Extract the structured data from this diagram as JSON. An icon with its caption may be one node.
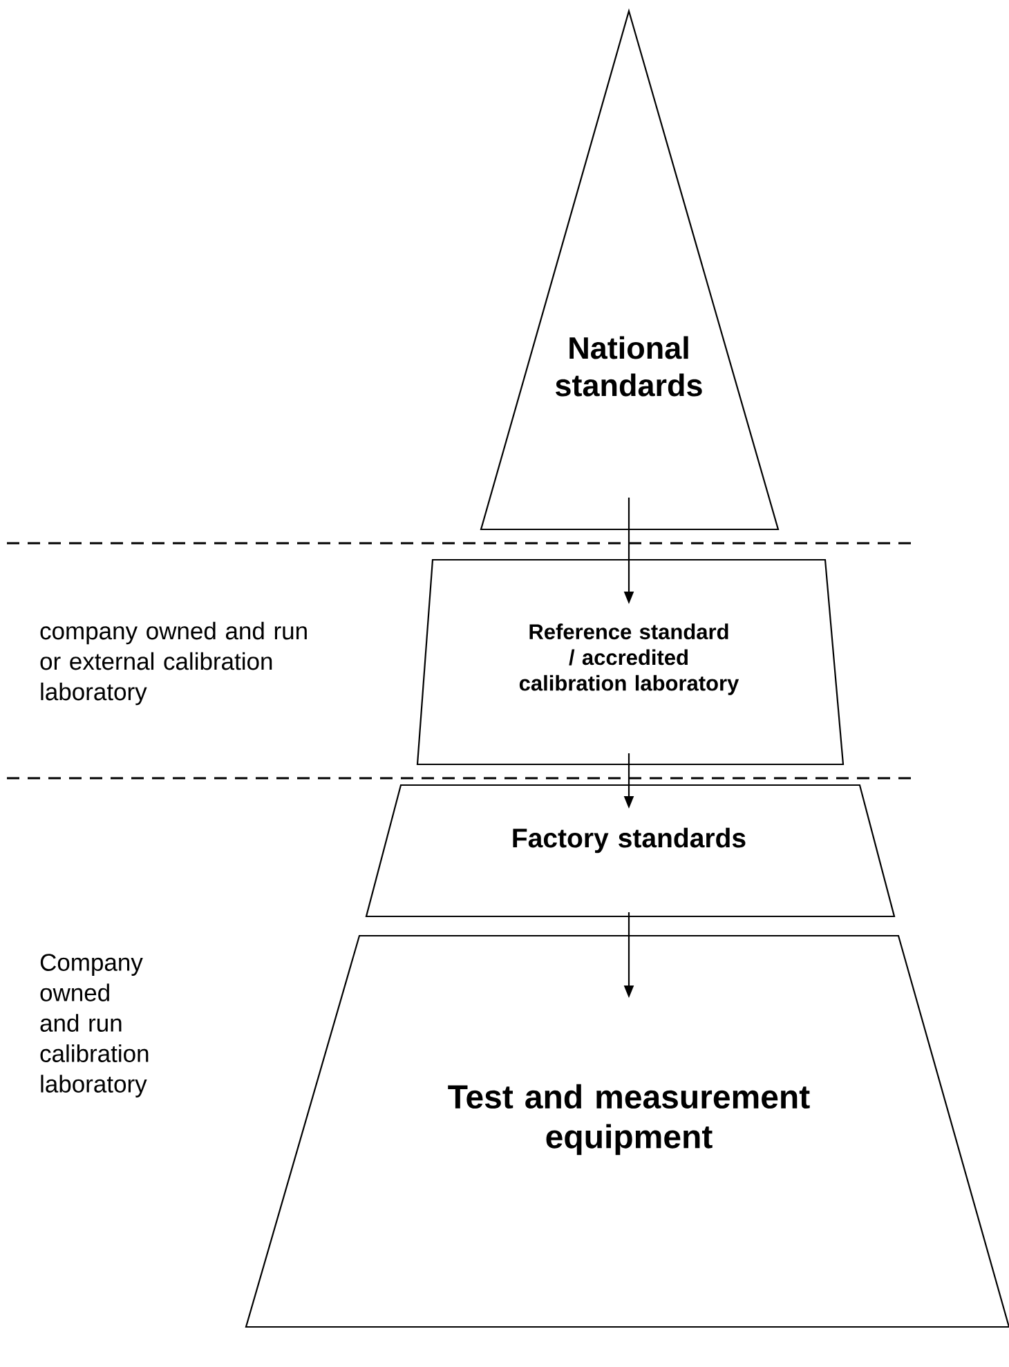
{
  "diagram": {
    "nodes": [
      {
        "text": [
          "National standards"
        ]
      },
      {
        "text": [
          "Reference standard / accredited calibration laboratory"
        ]
      },
      {
        "text": [
          "Factory standards"
        ]
      },
      {
        "text": [
          "Test and measurement equipment"
        ]
      }
    ],
    "edges": [
      {
        "from": 0,
        "to": 1,
        "arrow": "to"
      },
      {
        "from": 1,
        "to": 2,
        "arrow": "to"
      },
      {
        "from": 2,
        "to": 3,
        "arrow": "to"
      }
    ],
    "labels": [
      "company owned and run or external calibration laboratory",
      "Company owned and run calibration laboratory"
    ]
  }
}
